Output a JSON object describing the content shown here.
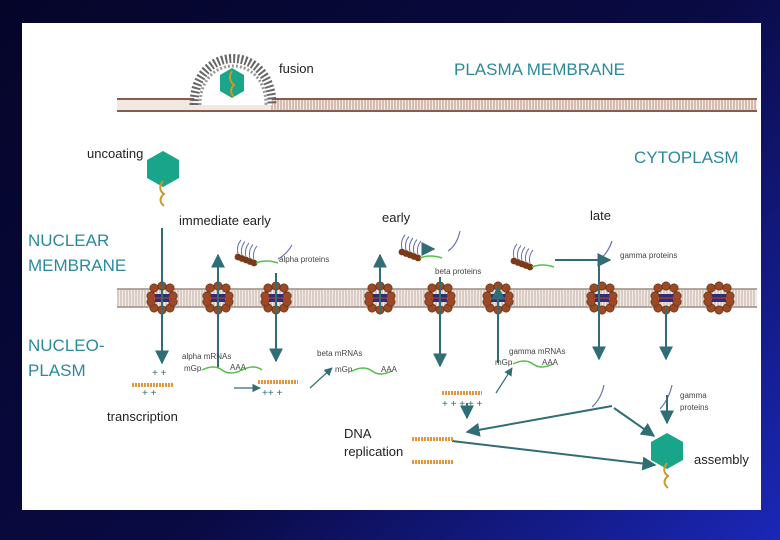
{
  "labels": {
    "fusion": "fusion",
    "plasma_membrane": "PLASMA MEMBRANE",
    "uncoating": "uncoating",
    "cytoplasm": "CYTOPLASM",
    "nuclear_membrane_1": "NUCLEAR",
    "nuclear_membrane_2": "MEMBRANE",
    "nucleoplasm_1": "NUCLEO-",
    "nucleoplasm_2": "PLASM",
    "immediate_early": "immediate early",
    "early": "early",
    "late": "late",
    "alpha_proteins": "alpha proteins",
    "beta_proteins": "beta proteins",
    "gamma_proteins_top": "gamma proteins",
    "alpha_mrnas": "alpha mRNAs",
    "beta_mrnas": "beta mRNAs",
    "gamma_mrnas": "gamma mRNAs",
    "cap_1": "mGp",
    "cap_2": "mGp",
    "cap_3": "mGp",
    "polya_1": "AAA",
    "polya_2": "AAA",
    "polya_3": "AAA",
    "transcription": "transcription",
    "dna_replication_1": "DNA",
    "dna_replication_2": "replication",
    "gamma_proteins_bottom_1": "gamma",
    "gamma_proteins_bottom_2": "proteins",
    "assembly": "assembly"
  },
  "colors": {
    "region_text": "#2a8a9c",
    "virus_body": "#19a58a",
    "arrow": "#2f6e74",
    "pore_bead": "#9a4a25",
    "pore_core": "#2d2e7a",
    "dna_strand": "#e8943a",
    "mrna": "#55c04a"
  }
}
